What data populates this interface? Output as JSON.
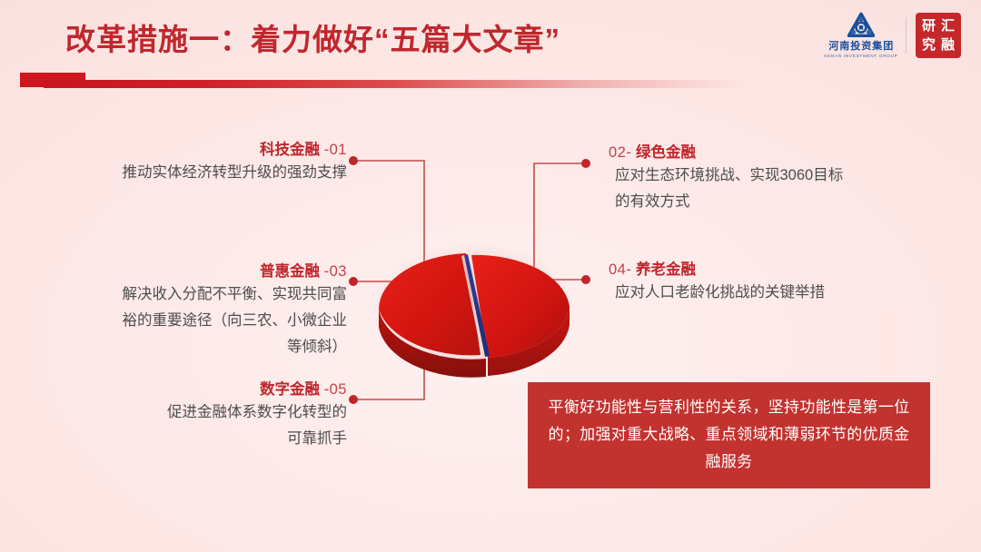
{
  "header": {
    "title": "改革措施一：着力做好“五篇大文章”",
    "accent_color": "#c8141c",
    "title_color": "#c0272d"
  },
  "logo": {
    "mark_name": "henan-investment-group-triangle-mark",
    "company_cn": "河南投资集团",
    "company_en": "HENAN INVESTMENT GROUP",
    "seal_chars": [
      "研",
      "汇",
      "究",
      "融"
    ],
    "seal_color": "#c5282b",
    "mark_color": "#1a4f9c"
  },
  "items": [
    {
      "id": "01",
      "side": "left",
      "head_label": "科技金融",
      "head_num": "-01",
      "desc": "推动实体经济转型升级的强劲支撑"
    },
    {
      "id": "03",
      "side": "left",
      "head_label": "普惠金融",
      "head_num": "-03",
      "desc": "解决收入分配不平衡、实现共同富\n裕的重要途径（向三农、小微企业\n等倾斜）"
    },
    {
      "id": "05",
      "side": "left",
      "head_label": "数字金融",
      "head_num": "-05",
      "desc": "促进金融体系数字化转型的\n可靠抓手"
    },
    {
      "id": "02",
      "side": "right",
      "head_num": "02-",
      "head_label": "绿色金融",
      "desc": "应对生态环境挑战、实现3060目标\n的有效方式"
    },
    {
      "id": "04",
      "side": "right",
      "head_num": "04-",
      "head_label": "养老金融",
      "desc": "应对人口老龄化挑战的关键举措"
    }
  ],
  "callout": {
    "text": "平衡好功能性与营利性的关系，坚持功能性是第一位的；加强对重大战略、重点领域和薄弱环节的优质金融服务",
    "bg_color": "#c2322f",
    "text_color": "#ffffff"
  },
  "graphic": {
    "name": "three-dimensional-red-pie-disc",
    "pie_top_color": "#e01b16",
    "pie_side_color": "#a81411",
    "accent_sliver_color": "#2a3f98",
    "glow_color": "#e28c88"
  }
}
